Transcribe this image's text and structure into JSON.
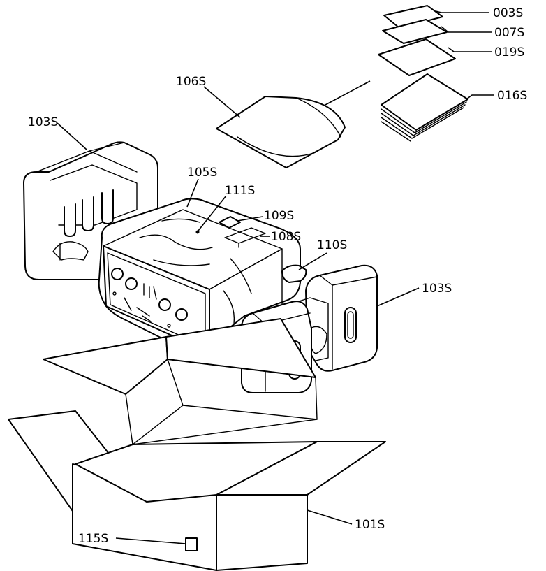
{
  "labels": {
    "p003s": "003S",
    "p007s": "007S",
    "p019s": "019S",
    "p016s": "016S",
    "p106s": "106S",
    "p103s_left": "103S",
    "p105s": "105S",
    "p111s": "111S",
    "p109s": "109S",
    "p108s": "108S",
    "p110s": "110S",
    "p103s_right": "103S",
    "p101s": "101S",
    "p115s": "115S"
  },
  "colors": {
    "line": "#000000",
    "background": "#ffffff"
  }
}
